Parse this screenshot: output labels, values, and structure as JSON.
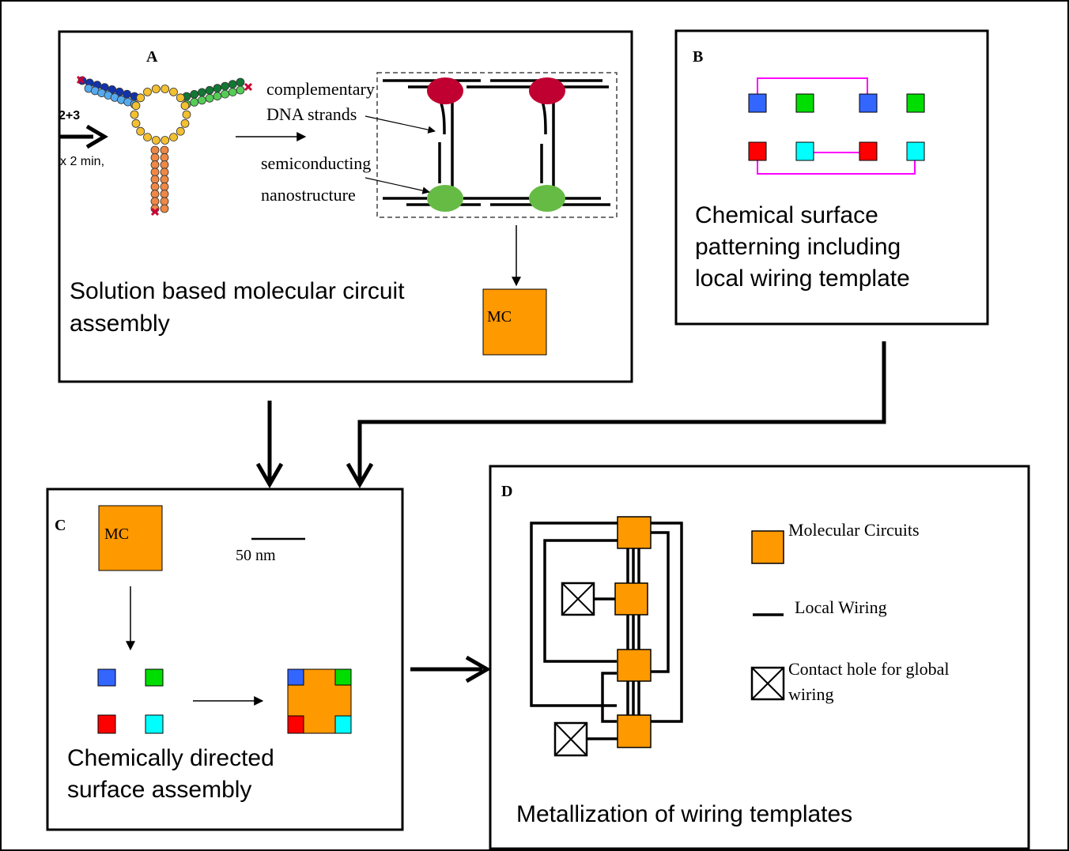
{
  "panel_a": {
    "label": "A",
    "reaction_label": "2+3",
    "reaction_condition": "x 2 min,",
    "annotation_dna": [
      "complementary",
      "DNA strands"
    ],
    "annotation_semi": [
      "semiconducting",
      "nanostructure"
    ],
    "caption": [
      "Solution based molecular circuit",
      "assembly"
    ],
    "mc_label": "MC"
  },
  "panel_b": {
    "label": "B",
    "caption": [
      "Chemical surface",
      "patterning including",
      "local wiring template"
    ]
  },
  "panel_c": {
    "label": "C",
    "mc_label": "MC",
    "scale_label": "50 nm",
    "caption": [
      "Chemically directed",
      "surface assembly"
    ]
  },
  "panel_d": {
    "label": "D",
    "legend": {
      "molecular_circuits": "Molecular Circuits",
      "local_wiring": "Local Wiring",
      "contact_hole": [
        "Contact hole for global",
        "wiring"
      ]
    },
    "caption": "Metallization of wiring templates"
  },
  "colors": {
    "orange": "#FF9900",
    "blue": "#3366FF",
    "green": "#00DD00",
    "red": "#FF0000",
    "cyan": "#00FFFF",
    "magenta": "#FF00FF",
    "dark_red": "#C00030",
    "light_green": "#66BB44"
  }
}
